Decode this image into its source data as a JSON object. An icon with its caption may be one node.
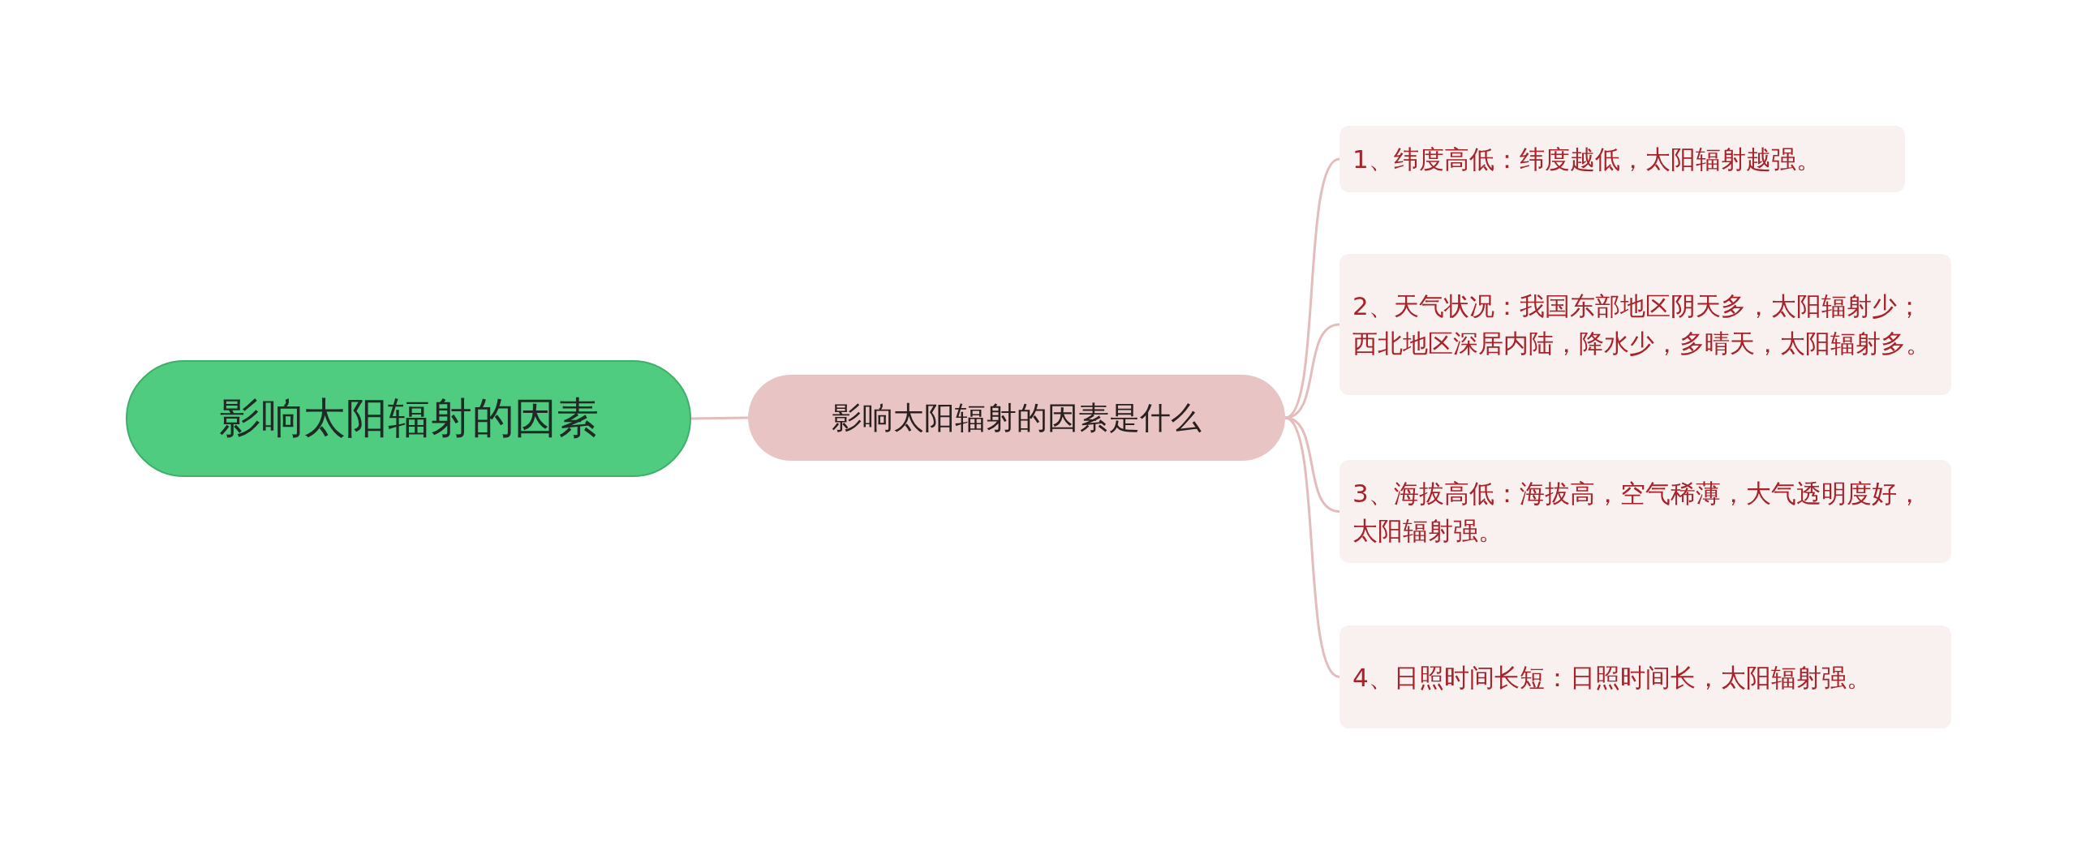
{
  "diagram": {
    "nodes": [
      {
        "text": [
          "影响太阳辐射的因素"
        ]
      },
      {
        "text": [
          "影响太阳辐射的因素是什么"
        ]
      },
      {
        "text": [
          "1、纬度高低：纬度越低，太阳辐射越强。"
        ]
      },
      {
        "text": [
          "2、天气状况：我国东部地区阴天多，太阳辐射少；西北地区深居内陆，降水少，多晴天，太阳辐射多。"
        ]
      },
      {
        "text": [
          "3、海拔高低：海拔高，空气稀薄，大气透明度好，太阳辐射强。"
        ]
      },
      {
        "text": [
          "4、日照时间长短：日照时间长，太阳辐射强。"
        ]
      }
    ],
    "edges": [
      {
        "from": 0,
        "to": 1,
        "arrow": "none"
      },
      {
        "from": 1,
        "to": 2,
        "arrow": "none"
      },
      {
        "from": 1,
        "to": 3,
        "arrow": "none"
      },
      {
        "from": 1,
        "to": 4,
        "arrow": "none"
      },
      {
        "from": 1,
        "to": 5,
        "arrow": "none"
      }
    ]
  }
}
